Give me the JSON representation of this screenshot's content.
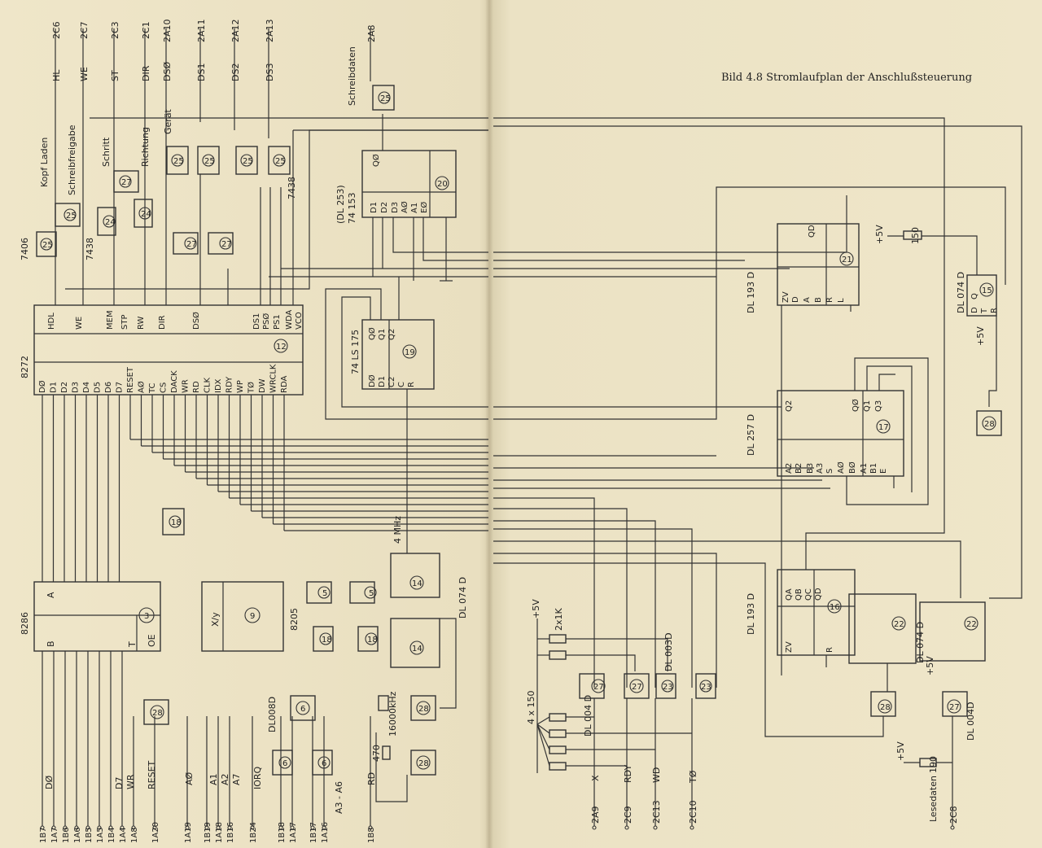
{
  "caption": "Bild 4.8 Stromlaufplan der Anschlußsteuerung",
  "top_signals": [
    {
      "label": "HL",
      "pin": "2C6"
    },
    {
      "label": "WE",
      "pin": "2C7"
    },
    {
      "label": "ST",
      "pin": "2C3"
    },
    {
      "label": "DIR",
      "pin": "2C1"
    },
    {
      "label": "DSØ",
      "pin": "2A10"
    },
    {
      "label": "DS1",
      "pin": "2A11"
    },
    {
      "label": "DS2",
      "pin": "2A12"
    },
    {
      "label": "DS3",
      "pin": "2A13"
    },
    {
      "label": "",
      "pin": "2A8"
    }
  ],
  "function_labels": [
    "Kopf Laden",
    "Schreibfreigabe",
    "Schritt",
    "Richtung",
    "Gerät",
    "Schreibdaten"
  ],
  "bottom_pins": [
    "1B7",
    "1A7",
    "1B6",
    "1A6",
    "1B5",
    "1A5",
    "1B4",
    "1A4",
    "1A8",
    "1A20",
    "1A19",
    "1B19",
    "1A18",
    "1B16",
    "1B24",
    "1B18",
    "1A17",
    "1B17",
    "1A16",
    "1B8"
  ],
  "bottom_signals": [
    "DØ",
    "D7",
    "WR",
    "RESET",
    "AØ",
    "A1",
    "A2",
    "A7",
    "IORQ",
    "A3 - A6",
    "RD"
  ],
  "right_bottom_pins": [
    "2A9",
    "2C9",
    "2C13",
    "2C10",
    "2C8"
  ],
  "right_bottom_signals": [
    "X",
    "RDY",
    "WD",
    "TØ",
    "Lesedaten"
  ],
  "chips": {
    "c8272": {
      "name": "8272",
      "num": "12",
      "left_pins": [
        "HDL",
        "WE",
        "MEM",
        "STP",
        "RW",
        "DIR",
        "DSØ",
        "DS1",
        "PSØ",
        "PS1",
        "WDA",
        "VCO"
      ],
      "bottom_pins": [
        "DØ",
        "D1",
        "D2",
        "D3",
        "D4",
        "D5",
        "D6",
        "D7",
        "RESET",
        "AØ",
        "TC",
        "CS",
        "DACK",
        "WR",
        "RD",
        "CLK",
        "IDX",
        "RDY",
        "WP",
        "TØ",
        "DW",
        "WRCLK",
        "RDA"
      ]
    },
    "c8286": {
      "name": "8286",
      "num": "3",
      "a": "A",
      "b": "B",
      "t": "T",
      "oe": "OE"
    },
    "c8205": {
      "name": "8205",
      "num": "9",
      "xy": "X/y"
    },
    "c74175": {
      "name": "74 LS 175",
      "num": "19"
    },
    "c74153": {
      "name": "74 153",
      "alt": "(DL 253)",
      "num": "20"
    },
    "c193a": {
      "name": "DL 193 D",
      "num": "21"
    },
    "c257": {
      "name": "DL 257 D",
      "num": "17"
    },
    "c193b": {
      "name": "DL 193 D",
      "num": "16"
    },
    "c074a": {
      "name": "DL 074 D",
      "num": "15"
    },
    "c074b": {
      "name": "DL 074 D",
      "num": "22"
    },
    "c074c": {
      "name": "DL 074 D",
      "num": "14"
    }
  },
  "gate_labels": [
    "7406",
    "7438",
    "7438",
    "DL008D",
    "DL 003D",
    "DL 004 D",
    "DL 004D"
  ],
  "misc": {
    "clock": "4 MHz",
    "crystal": "16000kHz",
    "res470": "470",
    "res150": "150",
    "res190": "190",
    "res2x1k": "2x1K",
    "res4x150": "4 x 150",
    "v5": "+5V"
  }
}
